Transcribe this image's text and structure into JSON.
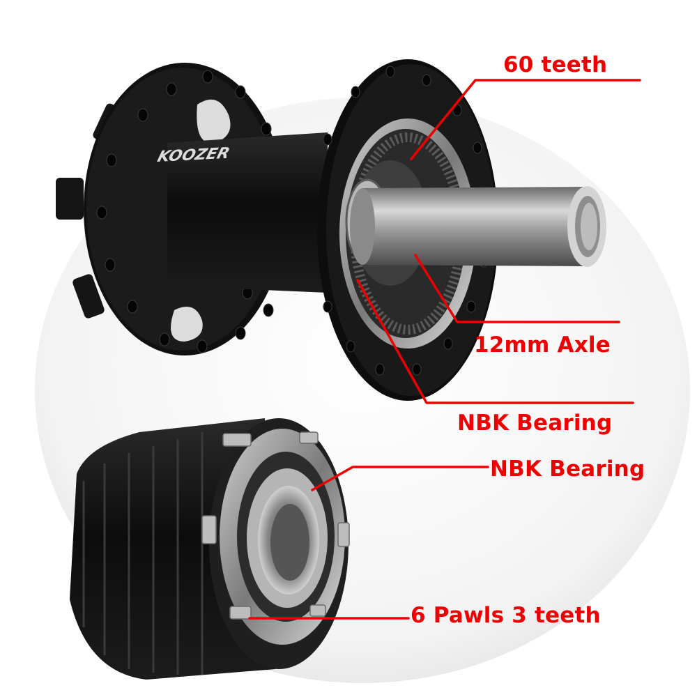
{
  "colors": {
    "accent": "#ee0000",
    "hub_body": "#111111",
    "axle": "#a9a9a9",
    "background": "#ffffff"
  },
  "product": {
    "hub_brand_text": "KOOZER",
    "hub": "rear-hub",
    "freehub": "freehub-body"
  },
  "callouts": [
    {
      "id": "teeth",
      "label": "60 teeth",
      "icon": "leader-line"
    },
    {
      "id": "axle",
      "label": "12mm Axle",
      "icon": "leader-line"
    },
    {
      "id": "hub-bearing",
      "label": "NBK Bearing",
      "icon": "leader-line"
    },
    {
      "id": "freehub-bearing",
      "label": "NBK Bearing",
      "icon": "leader-line"
    },
    {
      "id": "pawls",
      "label": "6 Pawls 3 teeth",
      "icon": "leader-line"
    }
  ]
}
